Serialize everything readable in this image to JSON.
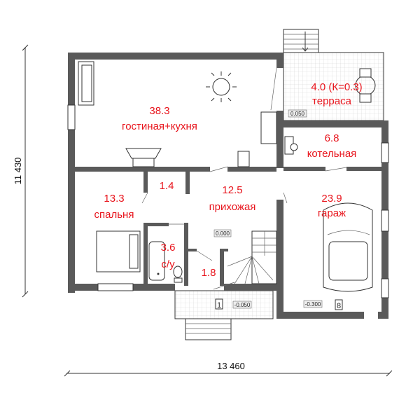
{
  "dimensions": {
    "height": "11 430",
    "width": "13 460"
  },
  "rooms": [
    {
      "area": "38.3",
      "name": "гостиная+кухня"
    },
    {
      "area": "4.0 (К=0.3)",
      "name": "терраса"
    },
    {
      "area": "6.8",
      "name": "котельная"
    },
    {
      "area": "13.3",
      "name": "спальня"
    },
    {
      "area": "1.4",
      "name": ""
    },
    {
      "area": "12.5",
      "name": "прихожая"
    },
    {
      "area": "23.9",
      "name": "гараж"
    },
    {
      "area": "3.6",
      "name": "с/у"
    },
    {
      "area": "1.8",
      "name": ""
    }
  ],
  "levels": {
    "hall": "0.000",
    "porch": "-0.050",
    "garage": "-0.300",
    "terrace": "0.050"
  },
  "markers": {
    "entry": "1",
    "garage": "8"
  },
  "colors": {
    "wall": "#5a5a5a",
    "label": "#e8141c"
  }
}
